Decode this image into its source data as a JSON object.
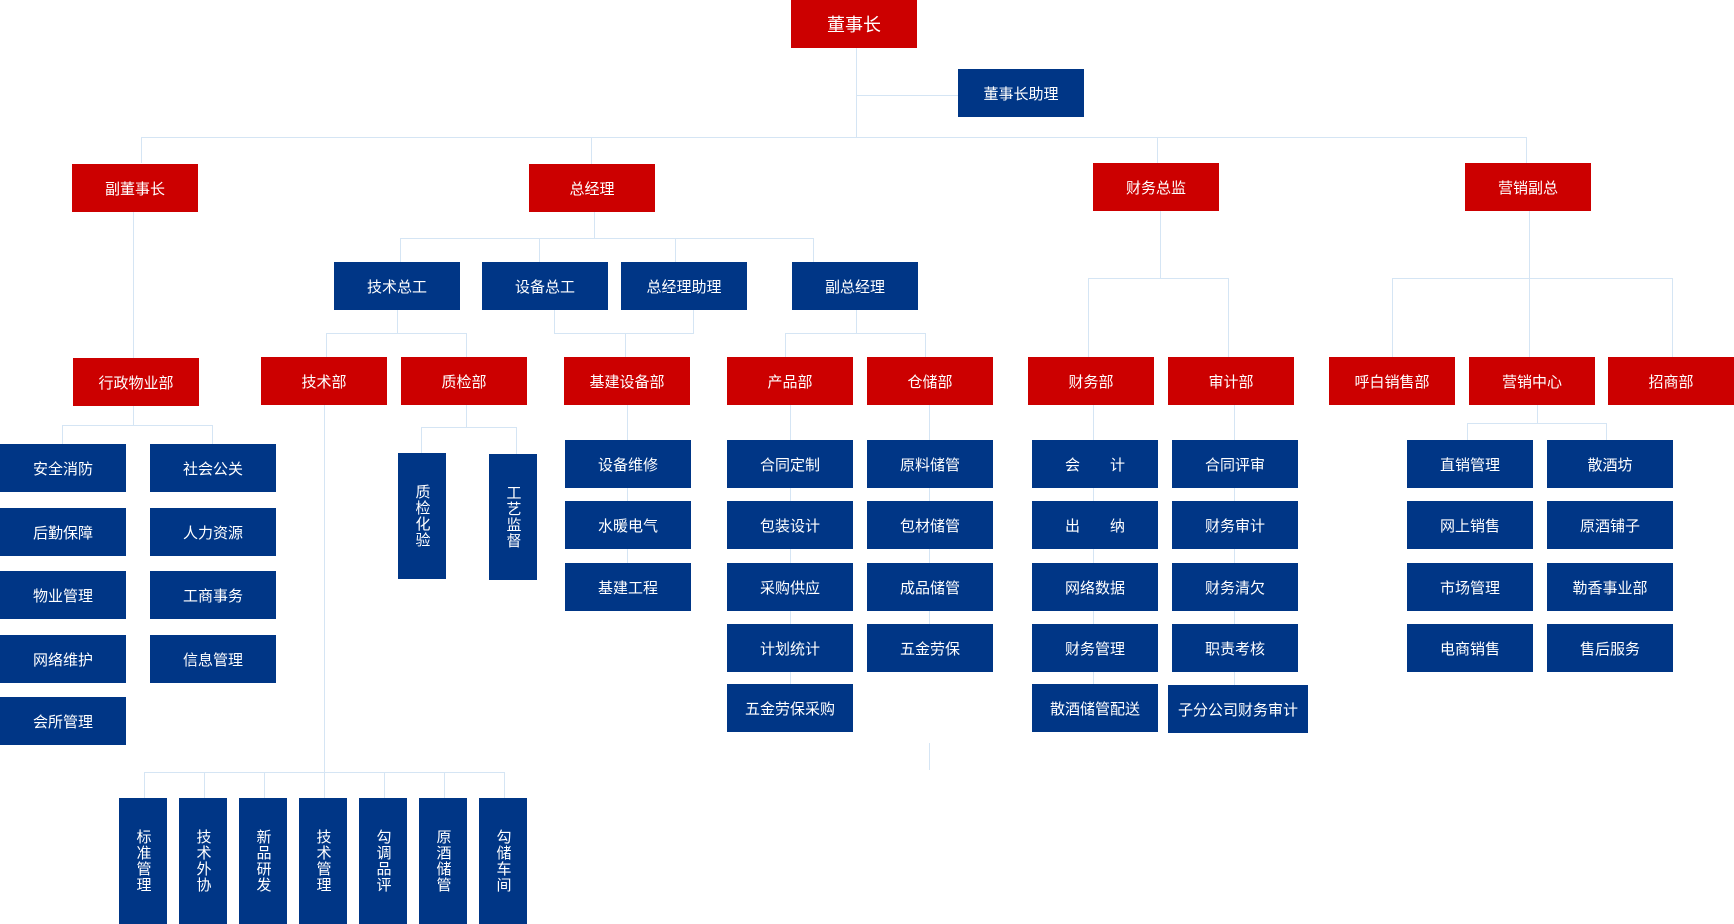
{
  "title": "组织架构图",
  "colors": {
    "management": "#cc0000",
    "unit": "#003686",
    "connector": "#d5e5f4",
    "text": "#ffffff"
  },
  "nodes": {
    "chairman": "董事长",
    "chairman_assistant": "董事长助理",
    "vice_chairman": "副董事长",
    "general_manager": "总经理",
    "finance_director": "财务总监",
    "marketing_vp": "营销副总",
    "chief_tech_engineer": "技术总工",
    "chief_equipment_engineer": "设备总工",
    "gm_assistant": "总经理助理",
    "deputy_gm": "副总经理",
    "admin_property_dept": "行政物业部",
    "tech_dept": "技术部",
    "quality_dept": "质检部",
    "infrastructure_dept": "基建设备部",
    "product_dept": "产品部",
    "warehouse_dept": "仓储部",
    "finance_dept": "财务部",
    "audit_dept": "审计部",
    "hubai_sales_dept": "呼白销售部",
    "marketing_center": "营销中心",
    "investment_dept": "招商部"
  },
  "admin_units_left": [
    "安全消防",
    "后勤保障",
    "物业管理",
    "网络维护",
    "会所管理"
  ],
  "admin_units_right": [
    "社会公关",
    "人力资源",
    "工商事务",
    "信息管理"
  ],
  "quality_units": [
    "质检化验",
    "工艺监督"
  ],
  "tech_units": [
    "标准管理",
    "技术外协",
    "新品研发",
    "技术管理",
    "勾调品评",
    "原酒储管",
    "勾储车间"
  ],
  "infrastructure_units": [
    "设备维修",
    "水暖电气",
    "基建工程"
  ],
  "product_units": [
    "合同定制",
    "包装设计",
    "采购供应",
    "计划统计",
    "五金劳保采购"
  ],
  "warehouse_units": [
    "原料储管",
    "包材储管",
    "成品储管",
    "五金劳保"
  ],
  "finance_units": [
    "会　　计",
    "出　　纳",
    "网络数据",
    "财务管理",
    "散酒储管配送"
  ],
  "audit_units": [
    "合同评审",
    "财务审计",
    "财务清欠",
    "职责考核",
    "子分公司财务审计"
  ],
  "marketing_units_left": [
    "直销管理",
    "网上销售",
    "市场管理",
    "电商销售"
  ],
  "marketing_units_right": [
    "散酒坊",
    "原酒铺子",
    "勒香事业部",
    "售后服务"
  ]
}
